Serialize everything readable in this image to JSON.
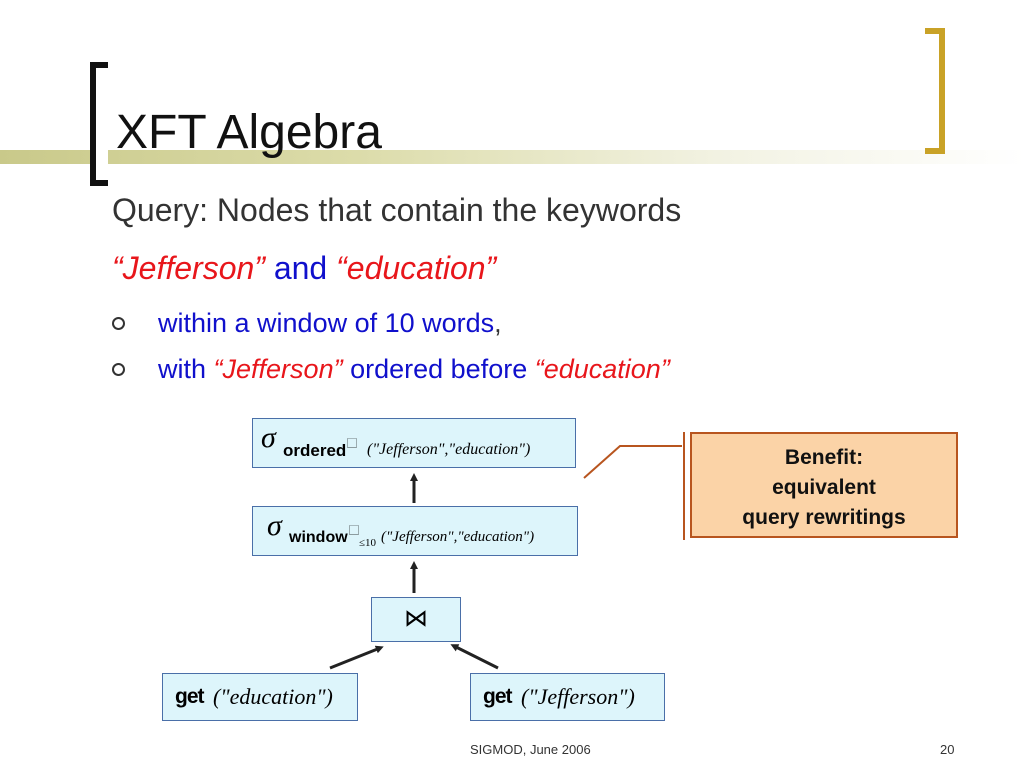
{
  "slide": {
    "title": "XFT Algebra",
    "query_line": "Query: Nodes that contain the keywords",
    "kw1": "“Jefferson”",
    "and": "and",
    "kw2": "“education”",
    "bullets": [
      {
        "text": "within a window of 10 words",
        "suffix": ","
      },
      {
        "prefix": "with",
        "kw1": "“Jefferson”",
        "middle": "ordered before",
        "kw2": "“education”"
      }
    ],
    "footer": "SIGMOD, June 2006",
    "page_number": "20"
  },
  "diagram": {
    "sigma": "σ",
    "ordered_box": {
      "op": "ordered",
      "sup": "⃞",
      "args": "(\"Jefferson\",\"education\")"
    },
    "window_box": {
      "op": "window",
      "sup": "⃞",
      "sub": "≤10",
      "args": "(\"Jefferson\",\"education\")"
    },
    "join_symbol": "⋈",
    "get_left": {
      "op": "get",
      "arg": "(\"education\")"
    },
    "get_right": {
      "op": "get",
      "arg": "(\"Jefferson\")"
    }
  },
  "callout": {
    "line1": "Benefit:",
    "line2": "equivalent",
    "line3": "query rewritings"
  },
  "colors": {
    "accent_red": "#e8161b",
    "accent_blue": "#1010cc",
    "box_fill": "#ddf5fb",
    "callout_fill": "#fbd3a7",
    "bracket_gold": "#c9a227"
  }
}
